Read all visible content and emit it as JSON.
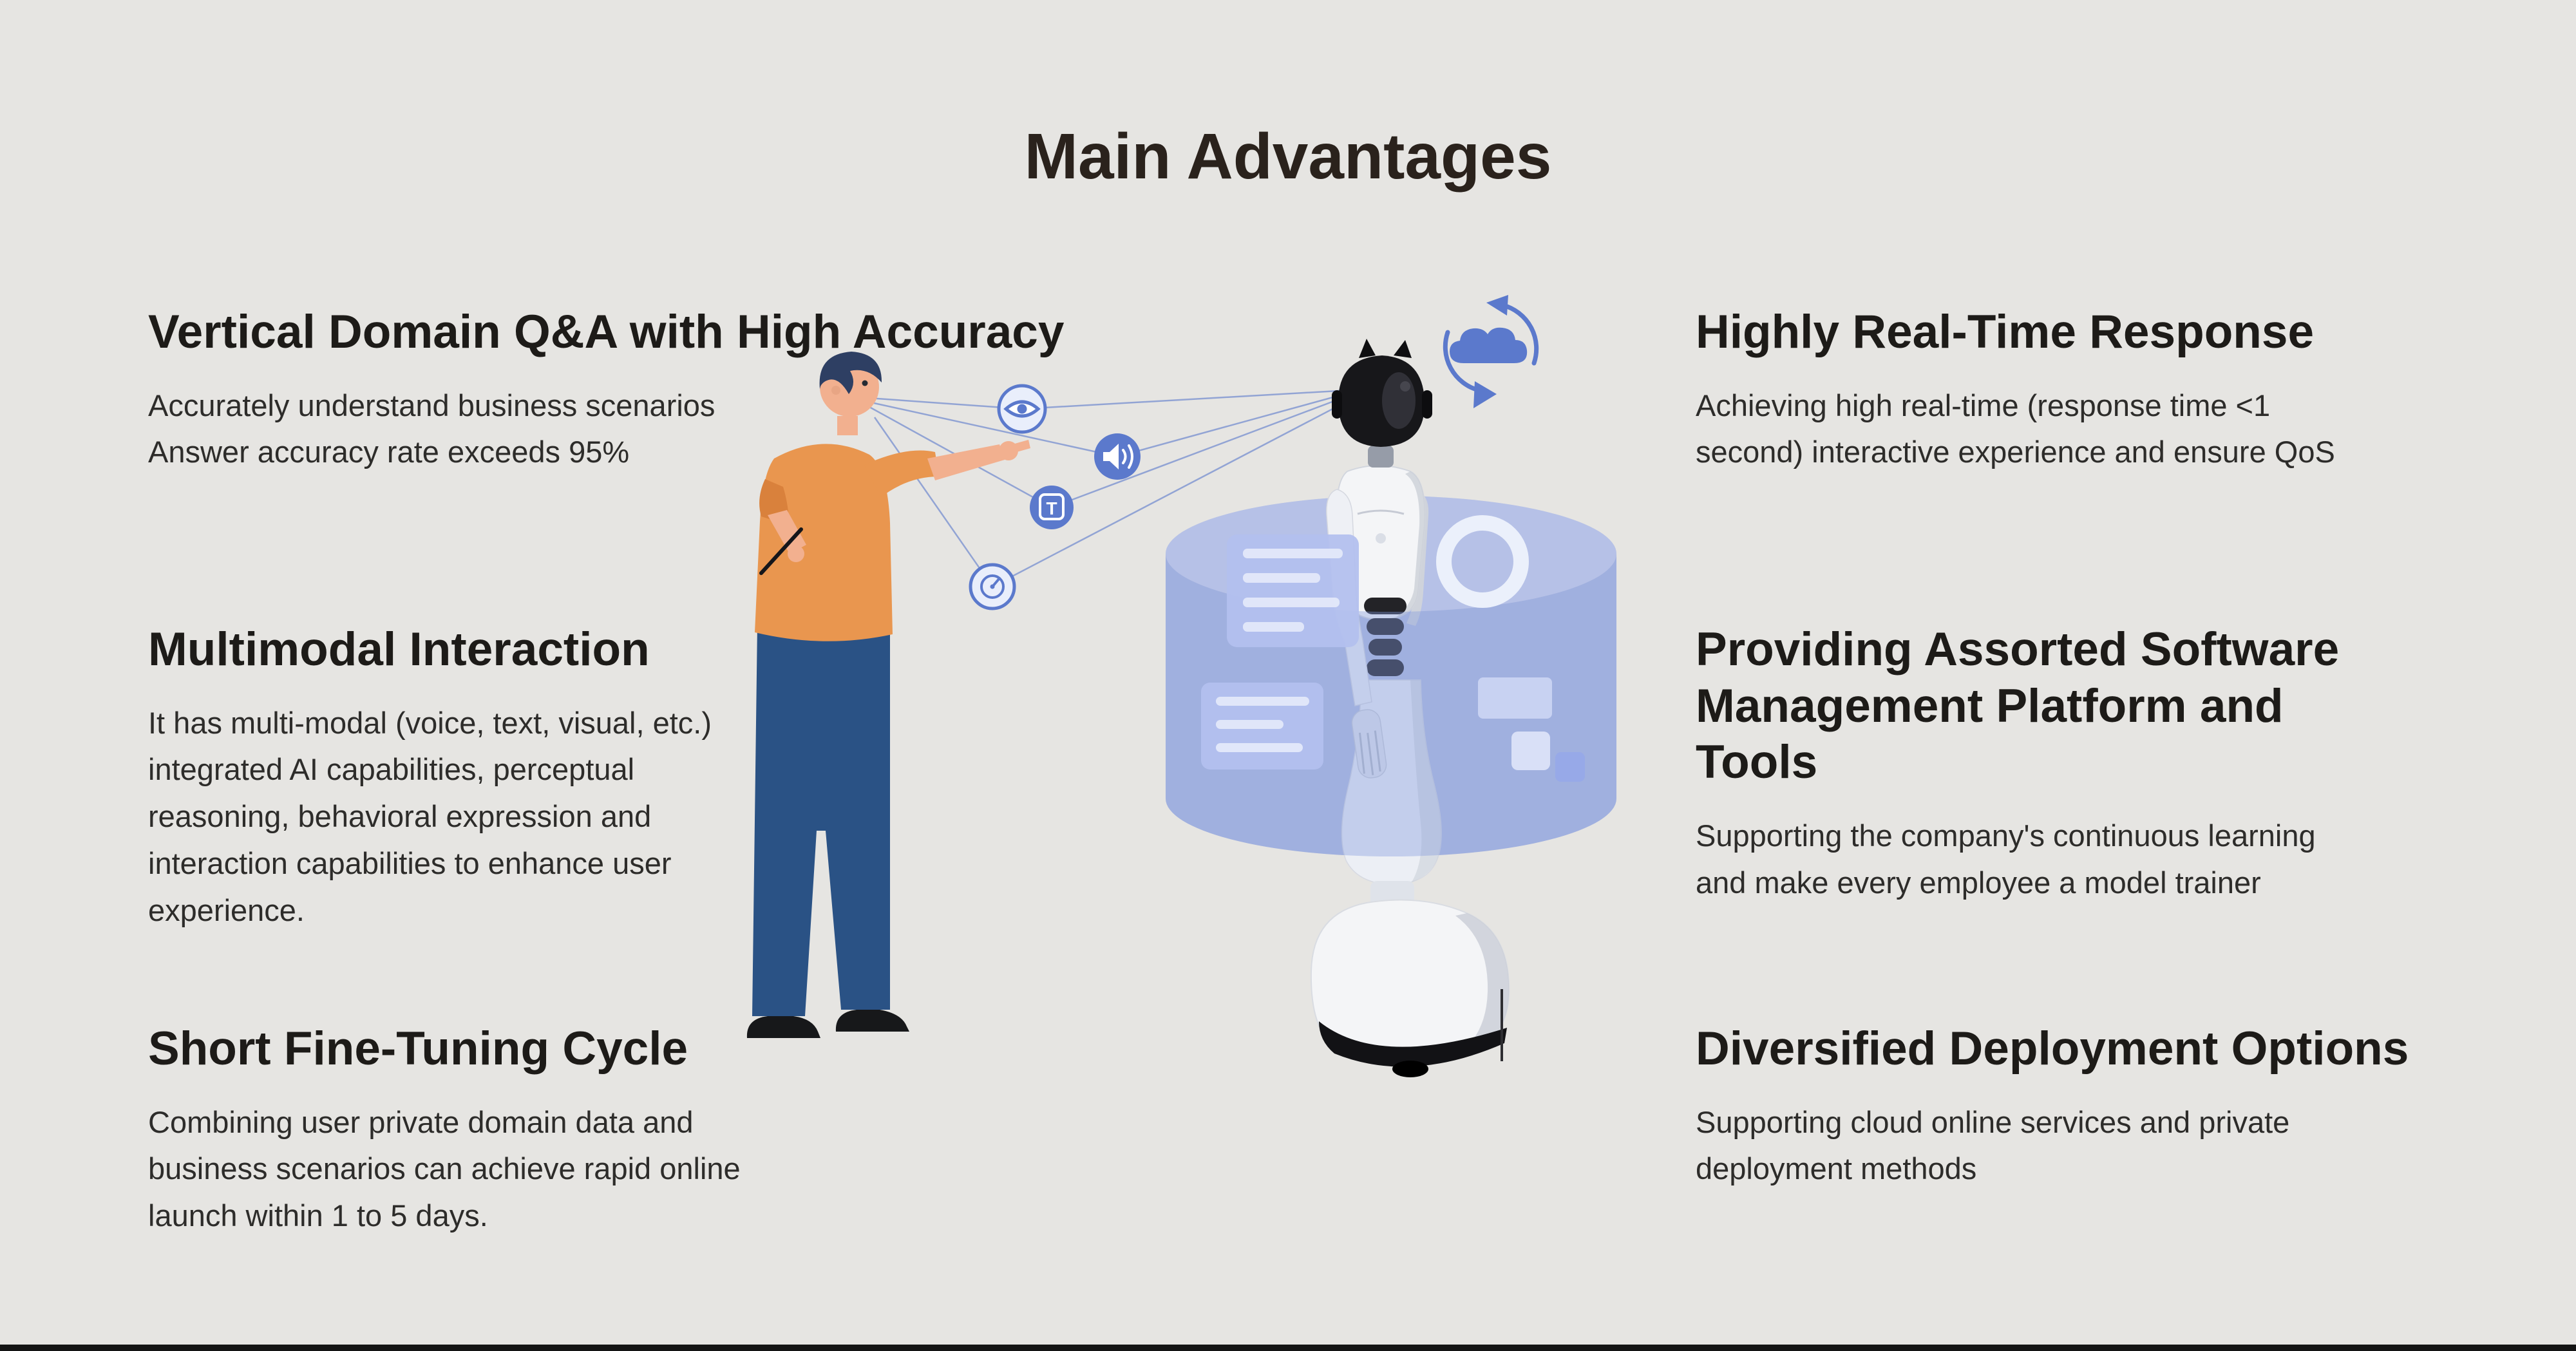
{
  "page": {
    "title": "Main Advantages"
  },
  "theme": {
    "bg": "#e6e5e2",
    "ink": "#2a221c",
    "heading": "#1d1b18",
    "body": "#2d2c2a",
    "accent": "#5b79cc",
    "ring": "#8298dd",
    "card": "#b3c0ee",
    "shirt": "#e9964f",
    "skin": "#f2b08f",
    "hair": "#2e3f63",
    "pants": "#2a5285",
    "robotWhite": "#f4f5f7",
    "robotShade": "#c9cdd6",
    "robotDark": "#17171a",
    "footer": "#141414"
  },
  "sections": {
    "left": [
      {
        "heading": "Vertical Domain Q&A with High Accuracy",
        "body": "Accurately understand business scenarios\nAnswer accuracy rate exceeds 95%"
      },
      {
        "heading": "Multimodal Interaction",
        "body": "It has multi-modal (voice, text, visual, etc.) integrated AI capabilities, perceptual reasoning, behavioral expression and interaction capabilities to enhance user experience."
      },
      {
        "heading": "Short Fine-Tuning Cycle",
        "body": "Combining user private domain data and business scenarios can achieve rapid online launch within 1 to 5 days."
      }
    ],
    "right": [
      {
        "heading": "Highly Real-Time Response",
        "body": "Achieving high real-time (response time <1 second) interactive experience and ensure QoS"
      },
      {
        "heading": "Providing Assorted Software Management Platform and Tools",
        "body": "Supporting the company's continuous learning and make every employee a model trainer"
      },
      {
        "heading": "Diversified Deployment Options",
        "body": "Supporting cloud online services and private deployment methods"
      }
    ]
  },
  "illustration": {
    "description": "Person communicating with a service robot through vision, voice, text and motion channels inside a holographic interface ring with cloud sync",
    "icons": [
      "vision-icon",
      "voice-icon",
      "text-icon",
      "motion-icon",
      "cloud-sync-icon"
    ],
    "text_icon_glyph": "T"
  }
}
